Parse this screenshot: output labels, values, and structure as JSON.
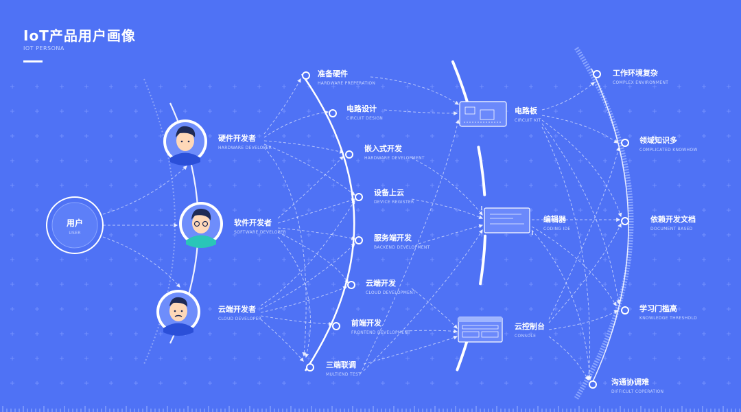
{
  "header": {
    "title": "IoT产品用户画像",
    "subtitle": "IOT PERSONA"
  },
  "user": {
    "label": "用户",
    "sub": "USER"
  },
  "personas": [
    {
      "label": "硬件开发者",
      "sub": "HARDWARE DEVELOPER"
    },
    {
      "label": "软件开发者",
      "sub": "SOFTWARE DEVELOPER"
    },
    {
      "label": "云端开发者",
      "sub": "CLOUD DEVELOPER"
    }
  ],
  "tasks": [
    {
      "label": "准备硬件",
      "sub": "HARDWARE PREPERATION"
    },
    {
      "label": "电路设计",
      "sub": "CIRCUIT DESIGN"
    },
    {
      "label": "嵌入式开发",
      "sub": "HARDWARE DEVELOPMENT"
    },
    {
      "label": "设备上云",
      "sub": "DEVICE REGISTER"
    },
    {
      "label": "服务端开发",
      "sub": "BACKEND DEVELOPMENT"
    },
    {
      "label": "云端开发",
      "sub": "CLOUD DEVELOPMENT"
    },
    {
      "label": "前端开发",
      "sub": "FRONTEND DEVELOPMENT"
    },
    {
      "label": "三端联调",
      "sub": "MULTIEND TEST"
    }
  ],
  "tools": [
    {
      "label": "电路板",
      "sub": "CIRCUIT KIT"
    },
    {
      "label": "编辑器",
      "sub": "CODING IDE"
    },
    {
      "label": "云控制台",
      "sub": "CONSOLE"
    }
  ],
  "pains": [
    {
      "label": "工作环境复杂",
      "sub": "COMPLEX ENVIRONMENT"
    },
    {
      "label": "领域知识多",
      "sub": "COMPLICATED KNOWHOW"
    },
    {
      "label": "依赖开发文档",
      "sub": "DOCUMENT BASED"
    },
    {
      "label": "学习门槛高",
      "sub": "KNOWLEDGE THRESHOLD"
    },
    {
      "label": "沟通协调难",
      "sub": "DIFFICULT COPERATION"
    }
  ],
  "colors": {
    "background": "#4f72f5",
    "line": "#ffffff",
    "subtext": "#c9d6ff"
  }
}
